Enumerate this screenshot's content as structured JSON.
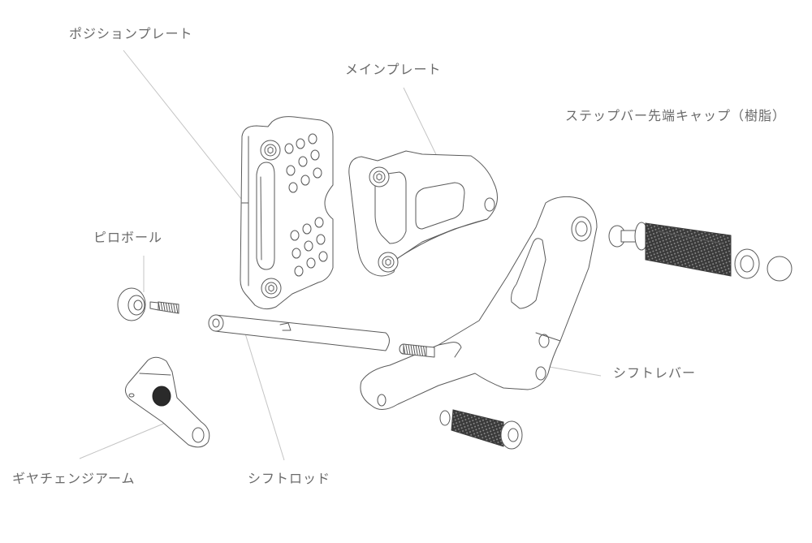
{
  "diagram": {
    "type": "exploded-parts-view",
    "colors": {
      "background": "#ffffff",
      "label_text": "#6a6a6a",
      "leader_line": "#c4c4c4",
      "part_outline": "#5a5a5a",
      "knurl_dark": "#2a2a2a"
    },
    "labels": {
      "position_plate": "ポジションプレート",
      "main_plate": "メインプレート",
      "step_bar_cap": "ステップバー先端キャップ（樹脂）",
      "pillow_ball": "ピロボール",
      "shift_lever": "シフトレバー",
      "gear_change_arm": "ギヤチェンジアーム",
      "shift_rod": "シフトロッド"
    },
    "parts": [
      {
        "id": "position_plate",
        "name": "ポジションプレート"
      },
      {
        "id": "main_plate",
        "name": "メインプレート"
      },
      {
        "id": "shift_lever",
        "name": "シフトレバー"
      },
      {
        "id": "step_bar",
        "name": "ステップバー先端キャップ（樹脂）"
      },
      {
        "id": "pillow_ball",
        "name": "ピロボール"
      },
      {
        "id": "shift_rod",
        "name": "シフトロッド"
      },
      {
        "id": "gear_change_arm",
        "name": "ギヤチェンジアーム"
      }
    ]
  }
}
